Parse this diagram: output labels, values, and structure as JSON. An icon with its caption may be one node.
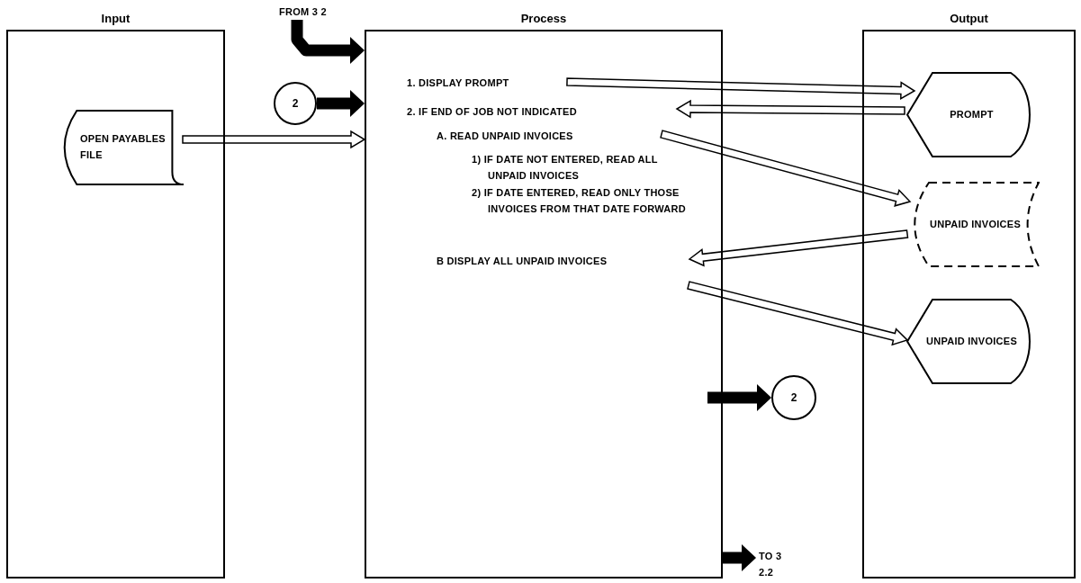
{
  "diagram": {
    "nodes": [
      {
        "text": [
          "Input"
        ]
      },
      {
        "text": [
          "OPEN PAYABLES FILE"
        ],
        "in": 0
      },
      {
        "text": [
          "Process"
        ]
      },
      {
        "text": [
          "1. DISPLAY PROMPT"
        ],
        "in": 2
      },
      {
        "text": [
          "2. IF END OF JOB NOT INDICATED"
        ],
        "in": 2
      },
      {
        "text": [
          "A. READ UNPAID INVOICES"
        ],
        "in": 2
      },
      {
        "text": [
          "1) IF DATE NOT ENTERED, READ ALL UNPAID INVOICES"
        ],
        "in": 2
      },
      {
        "text": [
          "2) IF DATE ENTERED, READ ONLY THOSE INVOICES FROM THAT DATE FORWARD"
        ],
        "in": 2
      },
      {
        "text": [
          "B DISPLAY ALL UNPAID INVOICES"
        ],
        "in": 2
      },
      {
        "text": [
          "Output"
        ]
      },
      {
        "text": [
          "PROMPT"
        ],
        "in": 9
      },
      {
        "text": [
          "UNPAID INVOICES"
        ],
        "in": 9
      },
      {
        "text": [
          "UNPAID INVOICES"
        ],
        "in": 9
      },
      {
        "text": [
          "FROM 3 2"
        ]
      },
      {
        "text": [
          "2"
        ]
      },
      {
        "text": [
          "2"
        ]
      },
      {
        "text": [
          "TO 3 2.2"
        ]
      }
    ],
    "edges": [
      {
        "from": 1,
        "to": 2,
        "arrow": "to"
      },
      {
        "from": 13,
        "to": 2,
        "arrow": "to"
      },
      {
        "from": 14,
        "to": 2,
        "arrow": "to"
      },
      {
        "from": 3,
        "to": 10,
        "arrow": "to"
      },
      {
        "from": 10,
        "to": 4,
        "arrow": "to"
      },
      {
        "from": 5,
        "to": 11,
        "arrow": "to"
      },
      {
        "from": 11,
        "to": 8,
        "arrow": "to"
      },
      {
        "from": 8,
        "to": 12,
        "arrow": "to"
      },
      {
        "from": null,
        "to": 15,
        "arrow": "to"
      },
      {
        "from": 2,
        "to": 16,
        "arrow": "to"
      }
    ]
  }
}
